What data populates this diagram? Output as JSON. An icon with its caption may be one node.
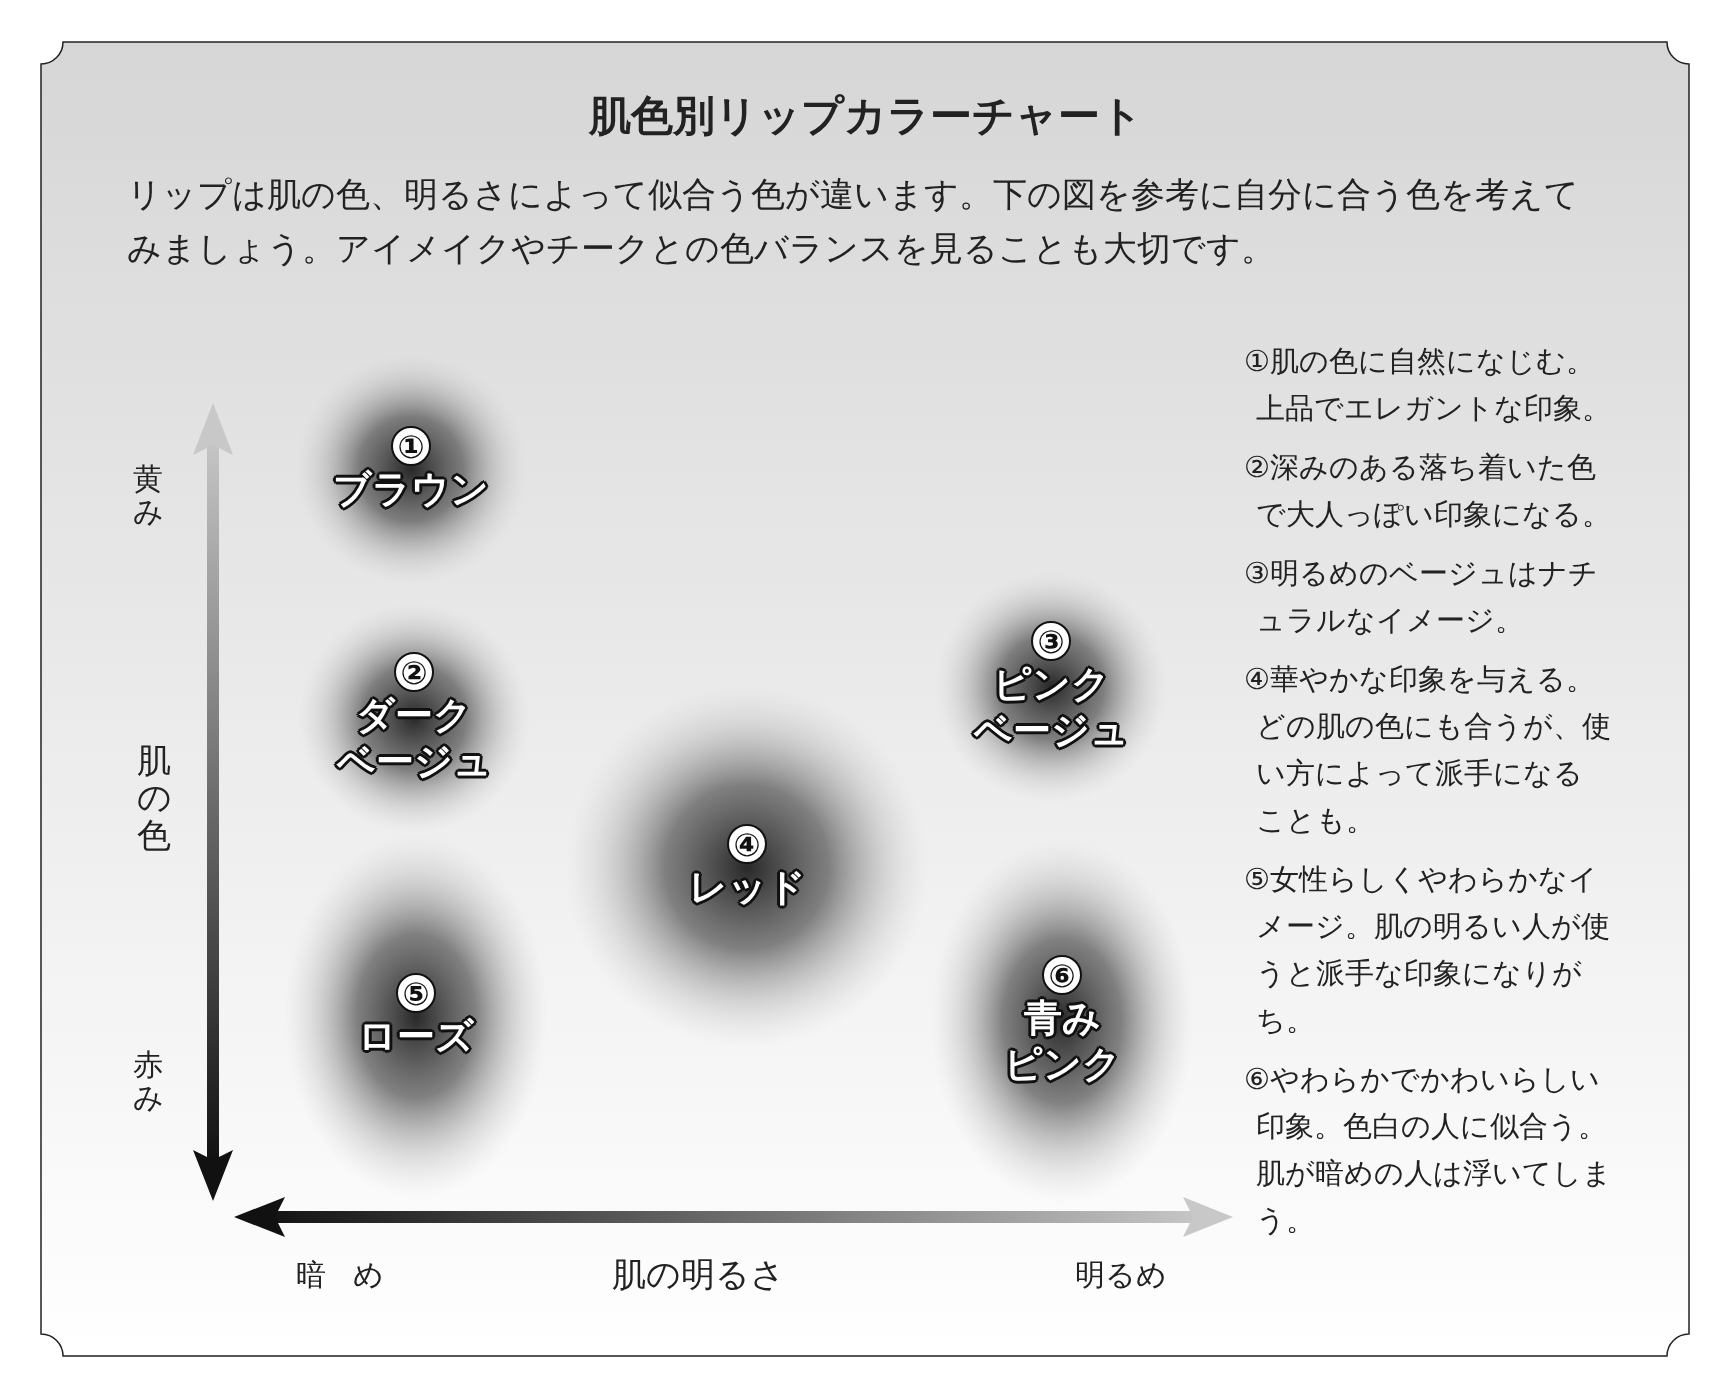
{
  "diagram": {
    "title": "肌色別リップカラーチャート",
    "nodes": [
      {
        "text": [
          "①",
          "ブラウン"
        ]
      },
      {
        "text": [
          "②",
          "ダークベージュ"
        ]
      },
      {
        "text": [
          "③",
          "ピンクベージュ"
        ]
      },
      {
        "text": [
          "④",
          "レッド"
        ]
      },
      {
        "text": [
          "⑤",
          "ローズ"
        ]
      },
      {
        "text": [
          "⑥",
          "青みピンク"
        ]
      }
    ],
    "labels": [
      "リップは肌の色、明るさによって似合う色が違います。下の図を参考に自分に合う色を考えてみましょう。アイメイクやチークとの色バランスを見ることも大切です。",
      "黄み",
      "肌の色",
      "赤み",
      "暗め",
      "肌の明るさ",
      "明るめ",
      "①肌の色に自然になじむ。上品でエレガントな印象。",
      "②深みのある落ち着いた色で大人っぽい印象になる。",
      "③明るめのベージュはナチュラルなイメージ。",
      "④華やかな印象を与える。どの肌の色にも合うが、使い方によって派手になることも。",
      "⑤女性らしくやわらかなイメージ。肌の明るい人が使うと派手な印象になりがち。",
      "⑥やわらかでかわいらしい印象。色白の人に似合う。肌が暗めの人は浮いてしまう。"
    ]
  }
}
